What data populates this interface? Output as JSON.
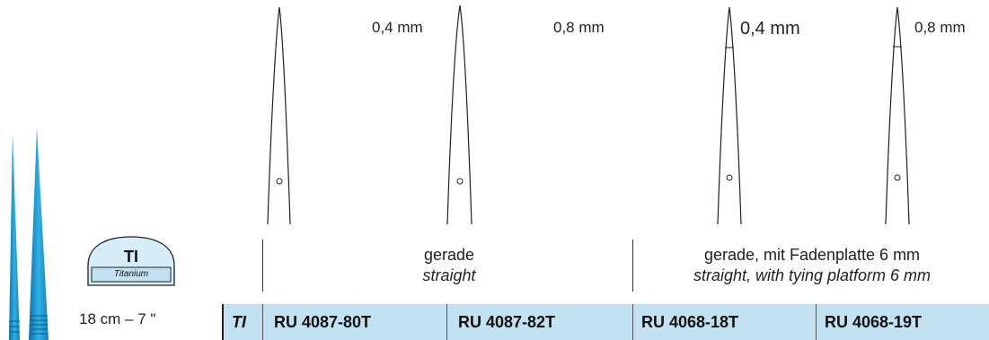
{
  "photo": {
    "color": "#1f9fd8"
  },
  "tips": [
    {
      "label": "0,4 mm"
    },
    {
      "label": "0,8 mm"
    },
    {
      "label": "0,4 mm"
    },
    {
      "label": "0,8 mm"
    }
  ],
  "categories": [
    {
      "de": "gerade",
      "en": "straight"
    },
    {
      "de": "gerade, mit Fadenplatte 6 mm",
      "en": "straight, with tying platform 6 mm"
    }
  ],
  "material": {
    "code": "TI",
    "name": "Titanium"
  },
  "size": "18 cm – 7 \"",
  "table": {
    "band_color": "#c3e2f1",
    "material_cell": "TI",
    "articles": [
      "RU 4087-80T",
      "RU 4087-82T",
      "RU 4068-18T",
      "RU 4068-19T"
    ]
  }
}
